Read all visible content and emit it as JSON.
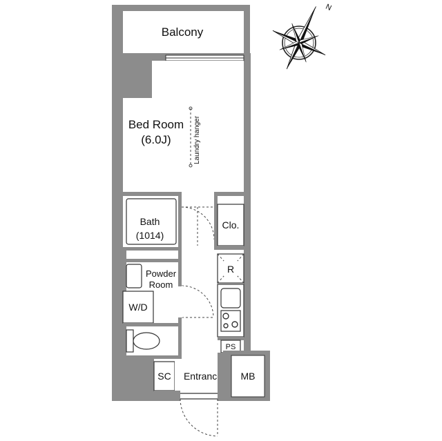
{
  "rooms": {
    "balcony": "Balcony",
    "bed_room": "Bed Room",
    "bed_room_size": "(6.0J)",
    "laundry_hanger": "Laundry hanger",
    "bath": "Bath",
    "bath_size": "(1014)",
    "closet": "Clo.",
    "refrigerator": "R",
    "powder_room_line1": "Powder",
    "powder_room_line2": "Room",
    "washer": "W/D",
    "pipe_space": "PS",
    "shoe_closet": "SC",
    "entrance": "Entrance",
    "meter_box": "MB"
  },
  "compass": {
    "north_label": "N",
    "icon": "compass-rose-icon"
  }
}
